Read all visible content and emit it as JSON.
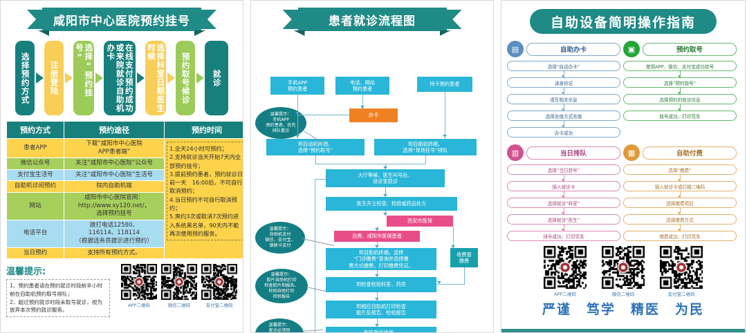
{
  "panel1": {
    "title": "咸阳市中心医院预约挂号",
    "flow": [
      {
        "text": "选择预约方式",
        "color": "teal",
        "w": "w1"
      },
      {
        "text": "注册登陆",
        "color": "yellow",
        "w": "w1"
      },
      {
        "text": "选择“预约挂号”",
        "color": "green",
        "w": "w2"
      },
      {
        "text": "在线支付预约成功或来院就诊自助机办卡",
        "color": "teal",
        "w": "w3"
      },
      {
        "text": "选择科室日期医生时候",
        "color": "yellow",
        "w": "w2"
      },
      {
        "text": "预约取号候诊",
        "color": "green",
        "w": "w1"
      },
      {
        "text": "就诊",
        "color": "teal",
        "w": "w4"
      }
    ],
    "table": {
      "headers": [
        "预约方式",
        "预约途径",
        "预约时间"
      ],
      "rows": [
        {
          "way": "患者APP",
          "path": "下载“咸阳市中心医院\nAPP患者端”",
          "color": "c-y"
        },
        {
          "way": "微信公众号",
          "path": "关注“咸阳市中心医院”公众号",
          "color": "c-g"
        },
        {
          "way": "支付宝生活号",
          "path": "关注“咸阳市中心医院”生活号",
          "color": "c-b"
        },
        {
          "way": "自助机诊间预约",
          "path": "院内自助机端",
          "color": "c-y"
        },
        {
          "way": "网站",
          "path": "咸阳市中心医院官网：\nhttp://www.xy120.net/，\n选择预约挂号",
          "color": "c-g"
        },
        {
          "way": "电话平台",
          "path": "拨打电话12580、\n116114、118114\n（根据话务员提示进行预约）",
          "color": "c-b"
        },
        {
          "way": "当日预约",
          "path": "支持所有预约方式。",
          "color": "c-y"
        }
      ],
      "time_note": "1.全天24小时可预约；\n2.支持就诊当天开始7天内全部预约挂号；\n3.提前预约患者，预约就诊日前一天　16:00后，不可自行取消预约；\n4.当日预约不可自行取消预约；\n5.爽约3次或取消7次预约进入系统黑名单，90天内不能再次使用预约服务。"
    },
    "tips": {
      "heading": "温馨提示:",
      "body": "1、预约患者请在预约就诊时段前半小时前在自助机预约取号排队；\n2、超过预约就诊时段未取号就诊，视为放弃本次预约就诊服务。"
    },
    "qr": [
      {
        "caption": "APP二维码"
      },
      {
        "caption": "微信二维码"
      },
      {
        "caption": "支付宝二维码"
      }
    ]
  },
  "panel2": {
    "title": "患者就诊流程图",
    "nodes": [
      {
        "id": "app",
        "text": "手机APP\n预约患者",
        "type": "cy"
      },
      {
        "id": "phone",
        "text": "电话、网站\n预约患者",
        "type": "cy"
      },
      {
        "id": "card",
        "text": "持卡预约患者",
        "type": "cy"
      },
      {
        "id": "bank",
        "text": "办卡",
        "type": "or"
      },
      {
        "id": "takeno",
        "text": "到自动机终端，\n选择“预约取号”",
        "type": "cy"
      },
      {
        "id": "queue",
        "text": "到自助机终端，\n选择“现场挂号”排队",
        "type": "cy"
      },
      {
        "id": "wait",
        "text": "大厅等候，医生叫号后，\n进诊室就诊",
        "type": "cy"
      },
      {
        "id": "order",
        "text": "医生开立检查、检验或药品处方",
        "type": "cy"
      },
      {
        "id": "xian",
        "text": "西安市医保",
        "type": "pk"
      },
      {
        "id": "self",
        "text": "自费、咸阳市医保患者",
        "type": "pk"
      },
      {
        "id": "paykio",
        "text": "到自助机终端，选择\n“门诊缴费”查询并选择缴\n费方式缴费，打印缴费凭证。",
        "type": "cy"
      },
      {
        "id": "window",
        "text": "收费窗\n缴费",
        "type": "tl"
      },
      {
        "id": "dept",
        "text": "到检查检验科室、药房",
        "type": "cy"
      },
      {
        "id": "print",
        "text": "到相应自助机打印检查\n胶片及报告、检验报告",
        "type": "cy"
      },
      {
        "id": "recheck",
        "text": "到自助机终端，\n选择“复诊排队”，抽号",
        "type": "cy"
      }
    ],
    "notes": [
      {
        "id": "n1",
        "text": "温馨提示：\n手机APP\n预约患者、优先\n排队看诊"
      },
      {
        "id": "n2",
        "text": "温馨提示：\n自助机支付\n微信、支付宝、\n银联卡支付"
      },
      {
        "id": "n3",
        "text": "温馨提示：\n胶片自助机打印\n检查胶片和报告、\n检验自助打印\n检验报告"
      },
      {
        "id": "n4",
        "text": "温馨提示：\n复诊必须到\n自助机终端\n抽号排队"
      }
    ]
  },
  "panel3": {
    "title": "自助设备简明操作指南",
    "columns": [
      {
        "key": "blue",
        "icon": "id-card-icon",
        "glyph": "▤",
        "label": "自助办卡",
        "steps": [
          "选择“自动办卡”",
          "读身份证",
          "填写相关信息",
          "选择充值方式充值",
          "办卡成功"
        ]
      },
      {
        "key": "green",
        "icon": "ticket-icon",
        "glyph": "▣",
        "label": "预约取号",
        "steps": [
          "使用APP、微信、支付宝成功挂号",
          "选择“预约取号”",
          "选择预约的就诊信息",
          "取号成功、打印凭条"
        ]
      },
      {
        "key": "pink",
        "icon": "queue-icon",
        "glyph": "▥",
        "label": "当日排队",
        "steps": [
          "选择“当日挂号”",
          "插入就诊卡",
          "选择就诊“科室”",
          "选择就诊“医生”",
          "排号成功、打印凭条"
        ]
      },
      {
        "key": "orange",
        "icon": "payment-icon",
        "glyph": "▦",
        "label": "自助付费",
        "steps": [
          "选择“缴费”",
          "插入就诊卡或扫描二维码",
          "选择缴费项目",
          "选择缴费方式",
          "缴费成功、打印凭条"
        ]
      }
    ],
    "qr": [
      {
        "caption": "APP二维码"
      },
      {
        "caption": "微信二维码"
      },
      {
        "caption": "支付宝二维码"
      }
    ],
    "slogan": [
      "严谨",
      "笃学",
      "精医",
      "为民"
    ]
  },
  "colors": {
    "teal": "#17807d",
    "yellow": "#f7ce57",
    "green": "#9ccb5a",
    "cyan": "#29b6d8",
    "orange": "#ef8122",
    "pink": "#e84d8a",
    "blue_col": "#5b8fc0",
    "slogan_blue": "#2f72b8"
  }
}
